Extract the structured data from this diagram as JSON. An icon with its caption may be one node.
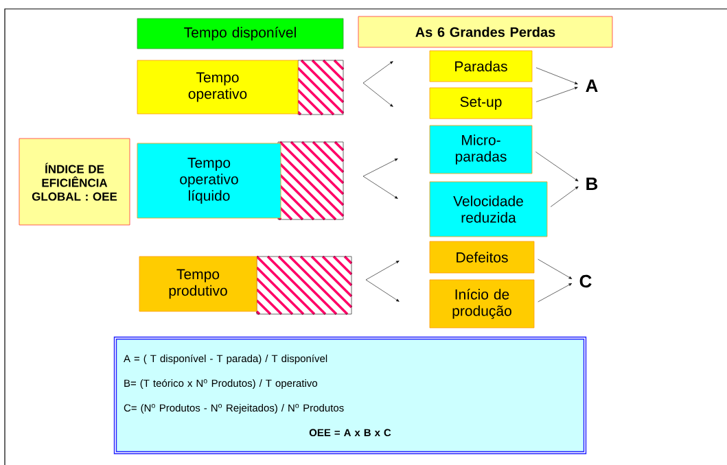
{
  "diagram": {
    "nodes": [
      {
        "text": [
          "ÍNDICE DE EFICIÊNCIA GLOBAL : OEE"
        ]
      },
      {
        "text": [
          "Tempo disponível"
        ]
      },
      {
        "text": [
          "As 6 Grandes Perdas"
        ]
      },
      {
        "text": [
          "Tempo operativo"
        ]
      },
      {
        "text": [
          "Tempo operativo líquido"
        ]
      },
      {
        "text": [
          "Tempo produtivo"
        ]
      },
      {
        "text": [
          "Paradas"
        ]
      },
      {
        "text": [
          "Set-up"
        ]
      },
      {
        "text": [
          "Micro- paradas"
        ]
      },
      {
        "text": [
          "Velocidade reduzida"
        ]
      },
      {
        "text": [
          "Defeitos"
        ]
      },
      {
        "text": [
          "Início de produção"
        ]
      },
      {
        "text": [
          "A"
        ]
      },
      {
        "text": [
          "B"
        ]
      },
      {
        "text": [
          "C"
        ]
      },
      {
        "text": [
          "A = ( T disponível - T parada) / T disponível",
          "B= (T teórico x N$^{o}$ Produtos) / T operativo",
          "C= (N$^{o}$ Produtos - N$^{o}$ Rejeitados) / N$^{o}$ Produtos",
          "OEE = A x B x C"
        ]
      }
    ],
    "edges": [
      {
        "from": 6,
        "to": 12,
        "arrow": "to"
      },
      {
        "from": 7,
        "to": 12,
        "arrow": "to"
      },
      {
        "from": 8,
        "to": 13,
        "arrow": "to"
      },
      {
        "from": 9,
        "to": 13,
        "arrow": "to"
      },
      {
        "from": 10,
        "to": 14,
        "arrow": "to"
      },
      {
        "from": 11,
        "to": 14,
        "arrow": "to"
      }
    ]
  }
}
